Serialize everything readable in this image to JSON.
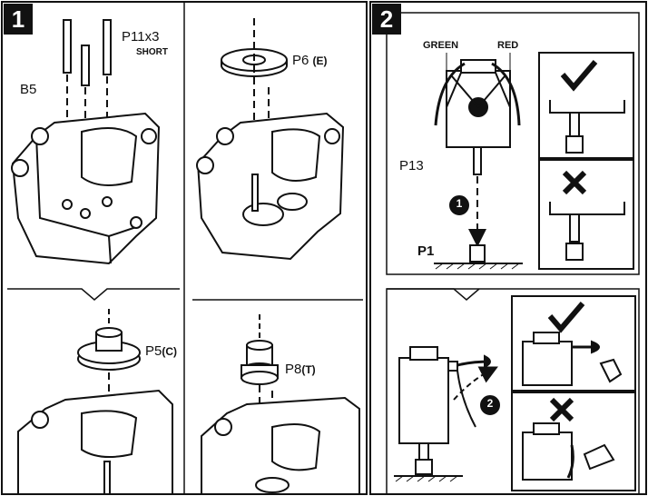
{
  "step1": {
    "number": "1",
    "panel_a": {
      "pin_label": "P11x3",
      "pin_sub": "SHORT",
      "base_label": "B5"
    },
    "panel_b": {
      "gear_label": "P6",
      "gear_code": "(E)"
    },
    "panel_c": {
      "gear_label": "P5",
      "gear_code": "(C)"
    },
    "panel_d": {
      "gear_label": "P8",
      "gear_code": "(T)"
    }
  },
  "step2": {
    "number": "2",
    "wire_green": "GREEN",
    "wire_red": "RED",
    "motor_label": "P13",
    "pinion_label": "P1",
    "sub_step_1": "1",
    "sub_step_2": "2",
    "correct_icon": "checkmark-icon",
    "wrong_icon": "cross-icon"
  }
}
